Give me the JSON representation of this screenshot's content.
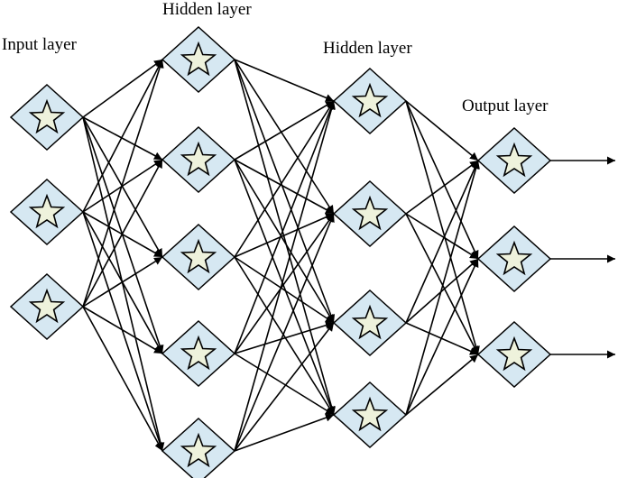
{
  "layers": [
    {
      "name": "input",
      "label": "Input layer",
      "node_count": 3
    },
    {
      "name": "hidden-1",
      "label": "Hidden layer",
      "node_count": 5
    },
    {
      "name": "hidden-2",
      "label": "Hidden layer",
      "node_count": 4
    },
    {
      "name": "output",
      "label": "Output layer",
      "node_count": 3
    }
  ],
  "connectivity": "fully-connected",
  "output_arrows": true,
  "node_shape": "diamond-with-star-icon",
  "colors": {
    "node_fill": "#d6e8f2",
    "star_fill": "#eef2dc",
    "stroke": "#000000"
  }
}
